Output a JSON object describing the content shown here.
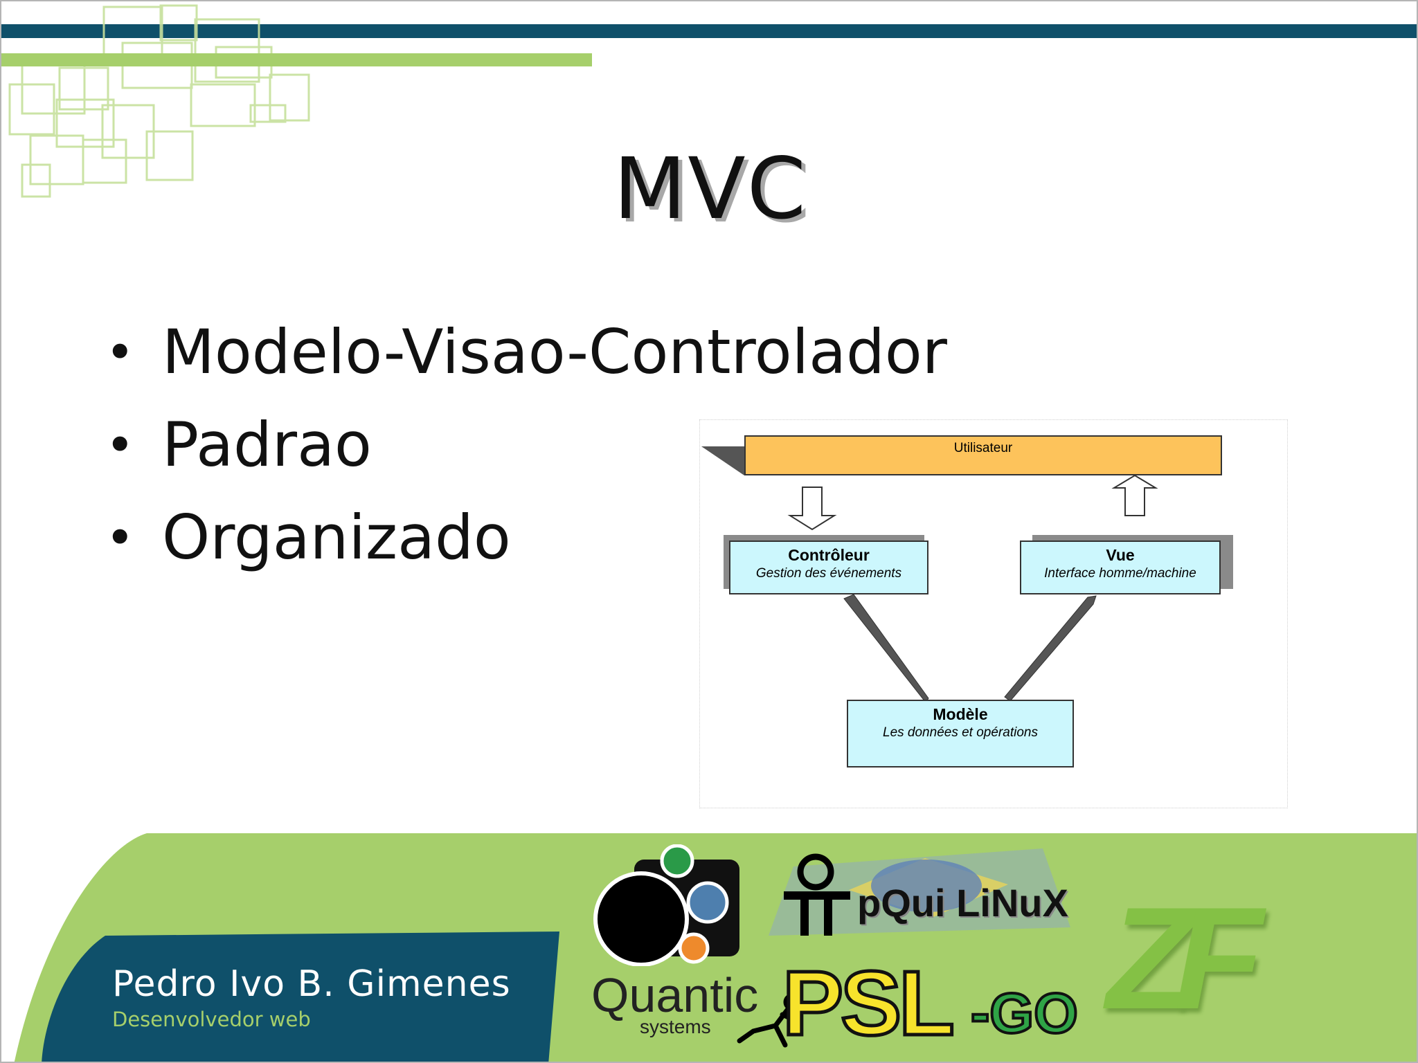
{
  "slide": {
    "title": "MVC",
    "bullets": [
      "Modelo-Visao-Controlador",
      "Padrao",
      "Organizado"
    ]
  },
  "diagram": {
    "user": "Utilisateur",
    "controller": {
      "title": "Contrôleur",
      "subtitle": "Gestion des événements"
    },
    "view": {
      "title": "Vue",
      "subtitle": "Interface homme/machine"
    },
    "model": {
      "title": "Modèle",
      "subtitle": "Les données et opérations"
    }
  },
  "footer": {
    "name": "Pedro Ivo B. Gimenes",
    "role": "Desenvolvedor web"
  },
  "logos": {
    "quantic": {
      "name": "Quantic",
      "sub": "systems"
    },
    "pqui": "pQui LiNuX",
    "psl": "PSL",
    "psl_go": "-GO",
    "zf": "ZF"
  },
  "colors": {
    "dark_bar": "#0f506a",
    "green": "#a6cf6b",
    "user_box": "#fdc35b",
    "diagram_box": "#ccf7fd"
  }
}
